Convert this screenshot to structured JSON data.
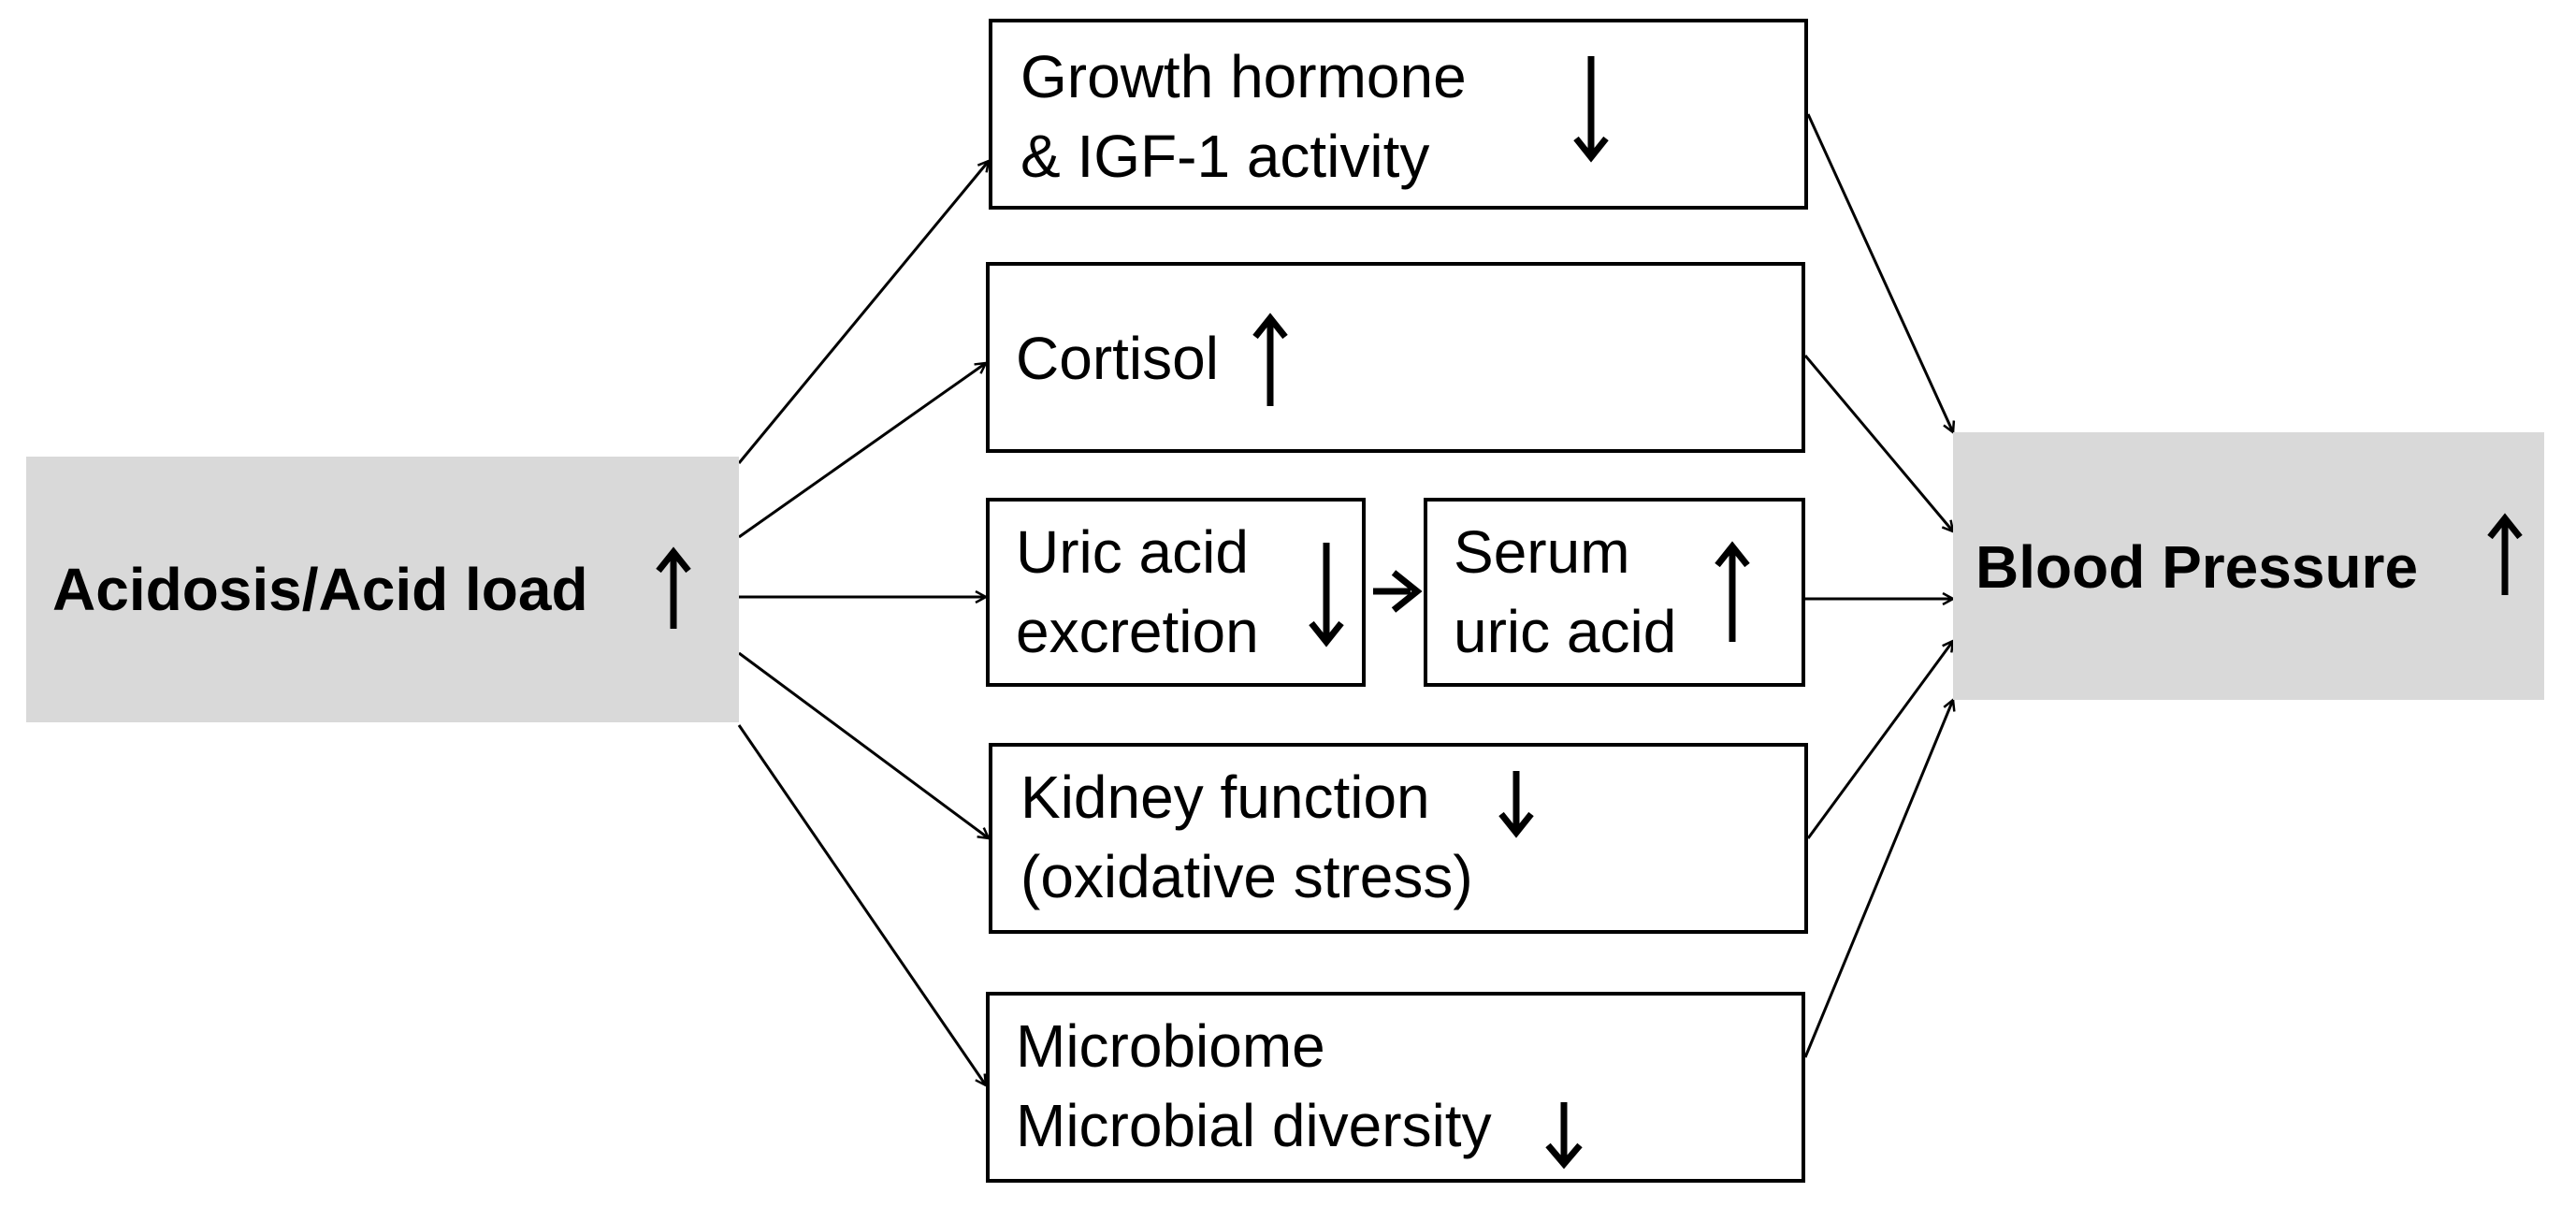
{
  "diagram": {
    "source": {
      "label": "Acidosis/Acid load",
      "indicator": "up"
    },
    "target": {
      "label": "Blood Pressure",
      "indicator": "up"
    },
    "mediators": [
      {
        "id": "growth-hormone",
        "lines": [
          "Growth hormone",
          "& IGF-1 activity"
        ],
        "indicator": "down"
      },
      {
        "id": "cortisol",
        "lines": [
          "Cortisol"
        ],
        "indicator": "up"
      },
      {
        "id": "uric-acid-excretion",
        "lines": [
          "Uric acid",
          "excretion"
        ],
        "indicator": "down"
      },
      {
        "id": "serum-uric-acid",
        "lines": [
          "Serum",
          "uric acid"
        ],
        "indicator": "up"
      },
      {
        "id": "kidney-function",
        "lines": [
          "Kidney function",
          "(oxidative stress)"
        ],
        "indicator": "down"
      },
      {
        "id": "microbiome",
        "lines": [
          "Microbiome",
          "Microbial diversity"
        ],
        "indicator": "down"
      }
    ],
    "edges": [
      [
        "source",
        "growth-hormone"
      ],
      [
        "source",
        "cortisol"
      ],
      [
        "source",
        "uric-acid-excretion"
      ],
      [
        "source",
        "kidney-function"
      ],
      [
        "source",
        "microbiome"
      ],
      [
        "uric-acid-excretion",
        "serum-uric-acid"
      ],
      [
        "growth-hormone",
        "target"
      ],
      [
        "cortisol",
        "target"
      ],
      [
        "serum-uric-acid",
        "target"
      ],
      [
        "kidney-function",
        "target"
      ],
      [
        "microbiome",
        "target"
      ]
    ]
  }
}
